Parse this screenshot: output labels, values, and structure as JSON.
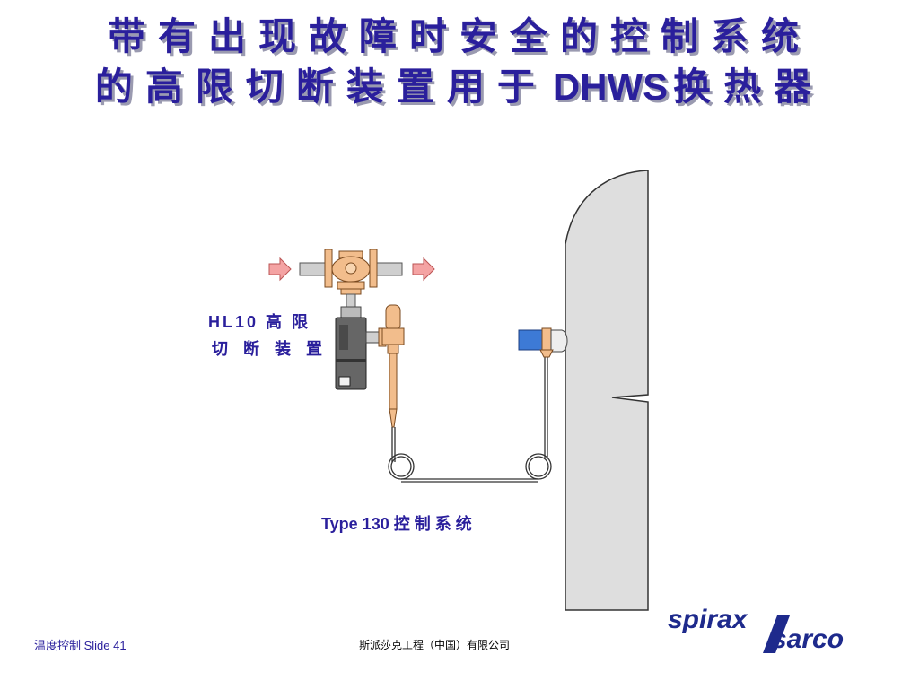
{
  "slide": {
    "title_line1": "带有出现故障时安全的控制系统",
    "title_line2_pre": "的高限切断装置用于",
    "title_line2_latin": "DHWS",
    "title_line2_post": "换热器"
  },
  "labels": {
    "hl10_line1": "HL10 高 限",
    "hl10_line2": "切 断 装 置",
    "type130": "Type 130 控 制 系 统"
  },
  "footer": {
    "left": "温度控制 Slide   41",
    "center": "斯派莎克工程（中国）有限公司"
  },
  "logo": {
    "line1": "spirax",
    "line2": "sarco"
  },
  "colors": {
    "title": "#2a1f9c",
    "valve_body": "#f2bd8c",
    "arrow": "#f4a3a3",
    "pipe": "#cfcfcf",
    "vessel": "#dedede",
    "sensor_blue": "#3d7ad6",
    "logo": "#1e2a8c"
  }
}
